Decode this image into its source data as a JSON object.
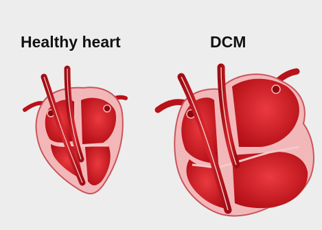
{
  "labels": {
    "healthy": "Healthy heart",
    "dcm": "DCM"
  },
  "colors": {
    "background": "#ededed",
    "outer_wall": "#f2b7b9",
    "outer_edge": "#c9545a",
    "chamber": "#c8141c",
    "chamber_light": "#e4343a",
    "septum": "#f4c9ca",
    "vessel": "#c41a22",
    "text": "#111111"
  },
  "icons": {
    "healthy": "healthy-heart-cross-section",
    "dcm": "dilated-heart-cross-section"
  }
}
